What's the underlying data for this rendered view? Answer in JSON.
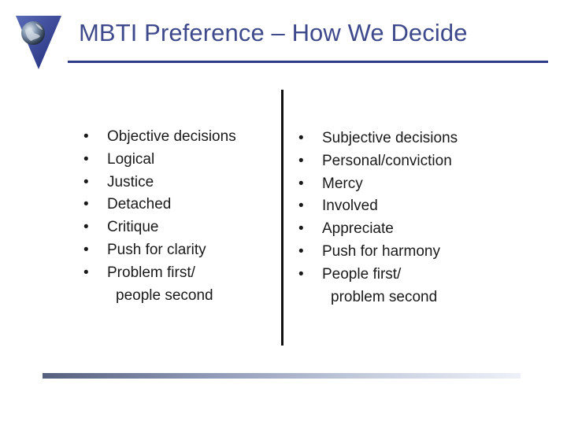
{
  "slide": {
    "title": "MBTI Preference – How We Decide",
    "bullet_glyph": "•",
    "logo_icon": "globe-triangle-icon",
    "colors": {
      "title": "#3e4a8c",
      "rule": "#2e3a86",
      "divider": "#111111"
    }
  },
  "left_column": {
    "items": [
      "Objective decisions",
      "Logical",
      "Justice",
      "Detached",
      "Critique",
      "Push for clarity",
      "Problem first/"
    ],
    "continuation": "people second"
  },
  "right_column": {
    "items": [
      "Subjective decisions",
      "Personal/conviction",
      "Mercy",
      "Involved",
      "Appreciate",
      "Push for harmony",
      "People first/"
    ],
    "continuation": "problem second"
  }
}
